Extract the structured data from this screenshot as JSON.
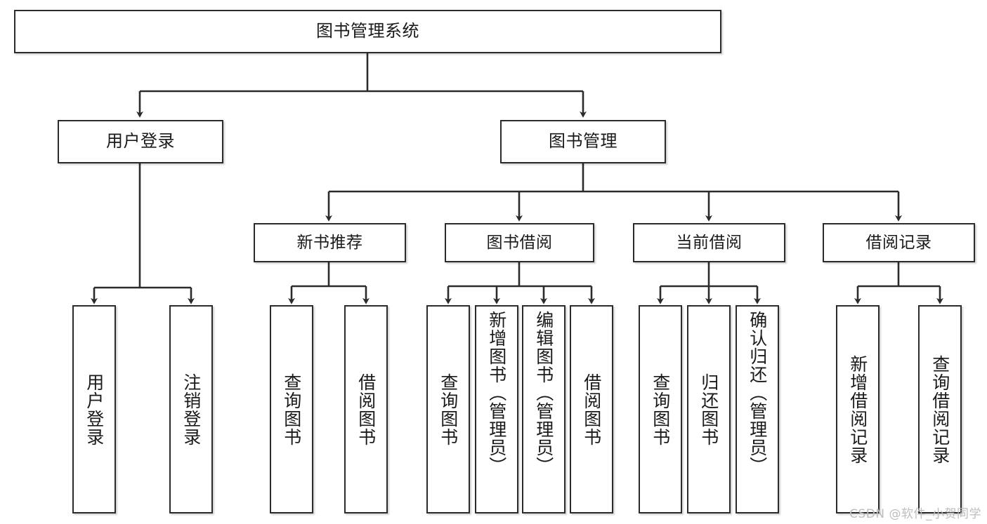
{
  "diagram": {
    "type": "tree-hierarchy",
    "title": "图书管理系统",
    "watermark": "CSDN @软件_小贺同学",
    "colors": {
      "box_border": "#2b2b2b",
      "box_fill": "#ffffff",
      "connector": "#2b2b2b",
      "watermark": "#bdbdbd",
      "background": "#ffffff"
    },
    "levels": {
      "root": {
        "label": "图书管理系统"
      },
      "level2": [
        {
          "label": "用户登录"
        },
        {
          "label": "图书管理"
        }
      ],
      "level3": [
        {
          "label": "新书推荐"
        },
        {
          "label": "图书借阅"
        },
        {
          "label": "当前借阅"
        },
        {
          "label": "借阅记录"
        }
      ],
      "leaves": {
        "user_login": [
          {
            "label": "用户登录"
          },
          {
            "label": "注销登录"
          }
        ],
        "new_book_recommend": [
          {
            "label": "查询图书"
          },
          {
            "label": "借阅图书"
          }
        ],
        "book_borrow": [
          {
            "label": "查询图书"
          },
          {
            "label": "新增图书（管理员）"
          },
          {
            "label": "编辑图书（管理员）"
          },
          {
            "label": "借阅图书"
          }
        ],
        "current_borrow": [
          {
            "label": "查询图书"
          },
          {
            "label": "归还图书"
          },
          {
            "label": "确认归还（管理员）"
          }
        ],
        "borrow_record": [
          {
            "label": "新增借阅记录"
          },
          {
            "label": "查询借阅记录"
          }
        ]
      }
    }
  }
}
